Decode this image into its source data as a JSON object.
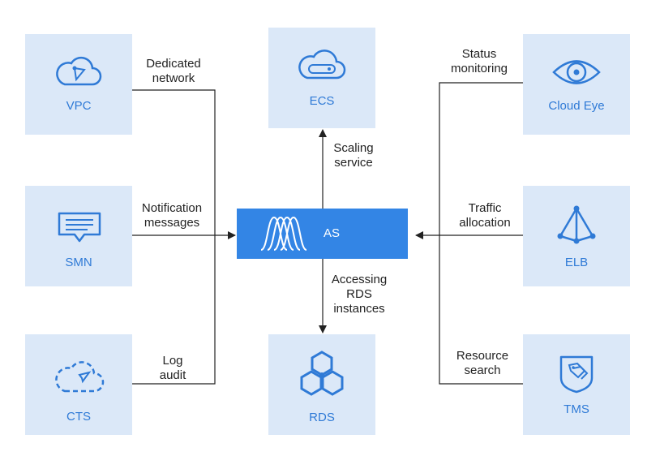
{
  "nodes": {
    "vpc": "VPC",
    "smn": "SMN",
    "cts": "CTS",
    "ecs": "ECS",
    "as": "AS",
    "rds": "RDS",
    "cloud_eye": "Cloud Eye",
    "elb": "ELB",
    "tms": "TMS"
  },
  "connections": {
    "dedicated_network": [
      "Dedicated",
      "network"
    ],
    "notification_messages": [
      "Notification",
      "messages"
    ],
    "log_audit": [
      "Log",
      "audit"
    ],
    "scaling_service": [
      "Scaling",
      "service"
    ],
    "accessing_rds": [
      "Accessing",
      "RDS",
      "instances"
    ],
    "status_monitoring": [
      "Status",
      "monitoring"
    ],
    "traffic_allocation": [
      "Traffic",
      "allocation"
    ],
    "resource_search": [
      "Resource",
      "search"
    ]
  },
  "colors": {
    "box_fill": "#dbe8f8",
    "icon_stroke": "#2f7ad6",
    "as_fill": "#3385e5",
    "line": "#222222"
  }
}
